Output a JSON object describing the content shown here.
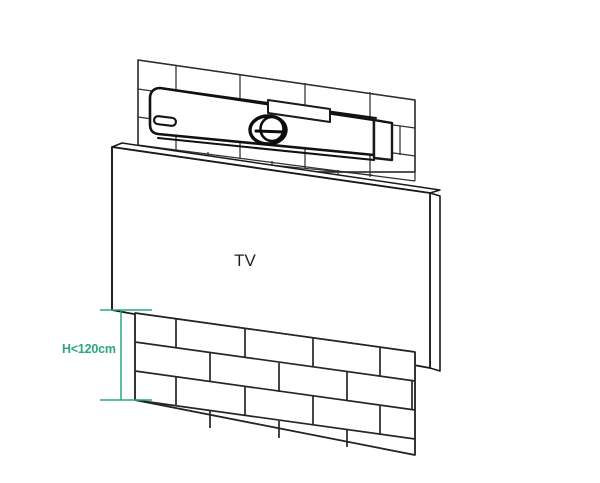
{
  "scene": {
    "title": "Video bar mounting height diagram",
    "background_color": "#ffffff",
    "line_color": "#1a1a1a",
    "accent_color": "#2aa87e"
  },
  "labels": {
    "tv": "TV",
    "height_dimension": "H<120cm"
  },
  "annotations": {
    "dimension": {
      "text": "H<120cm",
      "color": "#2aa87e",
      "orientation": "vertical",
      "measures": "floor to bottom of TV screen"
    }
  },
  "objects": {
    "upper_wall": {
      "name": "upper brick wall",
      "rows": 4,
      "color": "#262626"
    },
    "lower_wall": {
      "name": "lower brick wall",
      "rows": 4,
      "color": "#262626"
    },
    "video_bar": {
      "name": "video conferencing bar",
      "features": [
        "camera-lens",
        "mount-bracket",
        "side-port-slot",
        "end-cap"
      ]
    },
    "tv": {
      "name": "wall mounted television",
      "label": "TV",
      "panel": "flat screen with visible edge thickness"
    }
  },
  "icons": {
    "camera_lens": "camera-lens-icon",
    "port_slot": "port-slot-icon",
    "mount_bracket": "mount-bracket-icon"
  }
}
